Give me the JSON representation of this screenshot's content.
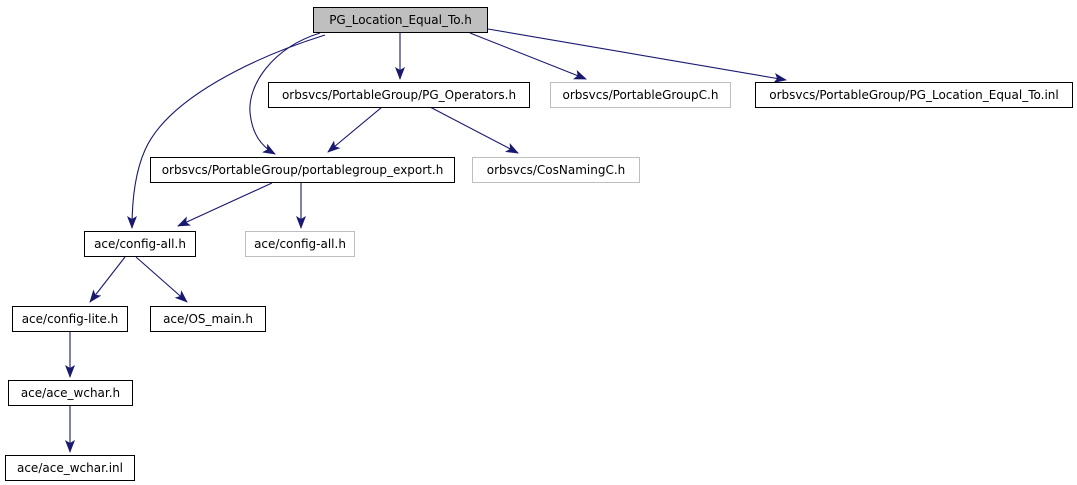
{
  "diagram": {
    "type": "include-dependency-graph",
    "colors": {
      "edge": "#191970",
      "root_fill": "#bfbfbf",
      "gray_border": "#bebebe",
      "node_fill": "#ffffff",
      "node_border": "#000000",
      "text": "#000000"
    },
    "nodes": {
      "root": {
        "label": "PG_Location_Equal_To.h"
      },
      "pg_operators": {
        "label": "orbsvcs/PortableGroup/PG_Operators.h"
      },
      "portable_group_c": {
        "label": "orbsvcs/PortableGroupC.h"
      },
      "pg_location_inl": {
        "label": "orbsvcs/PortableGroup/PG_Location_Equal_To.inl"
      },
      "portablegroup_export": {
        "label": "orbsvcs/PortableGroup/portablegroup_export.h"
      },
      "cos_naming_c": {
        "label": "orbsvcs/CosNamingC.h"
      },
      "config_all": {
        "label": "ace/config-all.h"
      },
      "config_all_gray": {
        "label": "ace/config-all.h"
      },
      "config_lite": {
        "label": "ace/config-lite.h"
      },
      "os_main": {
        "label": "ace/OS_main.h"
      },
      "ace_wchar_h": {
        "label": "ace/ace_wchar.h"
      },
      "ace_wchar_inl": {
        "label": "ace/ace_wchar.inl"
      }
    },
    "edges": [
      {
        "from": "PG_Location_Equal_To.h",
        "to": "orbsvcs/PortableGroup/PG_Operators.h"
      },
      {
        "from": "PG_Location_Equal_To.h",
        "to": "orbsvcs/PortableGroupC.h"
      },
      {
        "from": "PG_Location_Equal_To.h",
        "to": "orbsvcs/PortableGroup/PG_Location_Equal_To.inl"
      },
      {
        "from": "PG_Location_Equal_To.h",
        "to": "orbsvcs/PortableGroup/portablegroup_export.h"
      },
      {
        "from": "PG_Location_Equal_To.h",
        "to": "ace/config-all.h"
      },
      {
        "from": "orbsvcs/PortableGroup/PG_Operators.h",
        "to": "orbsvcs/PortableGroup/portablegroup_export.h"
      },
      {
        "from": "orbsvcs/PortableGroup/PG_Operators.h",
        "to": "orbsvcs/CosNamingC.h"
      },
      {
        "from": "orbsvcs/PortableGroup/portablegroup_export.h",
        "to": "ace/config-all.h"
      },
      {
        "from": "orbsvcs/PortableGroup/portablegroup_export.h",
        "to": "ace/config-all.h (gray)"
      },
      {
        "from": "ace/config-all.h",
        "to": "ace/config-lite.h"
      },
      {
        "from": "ace/config-all.h",
        "to": "ace/OS_main.h"
      },
      {
        "from": "ace/config-lite.h",
        "to": "ace/ace_wchar.h"
      },
      {
        "from": "ace/ace_wchar.h",
        "to": "ace/ace_wchar.inl"
      }
    ]
  }
}
